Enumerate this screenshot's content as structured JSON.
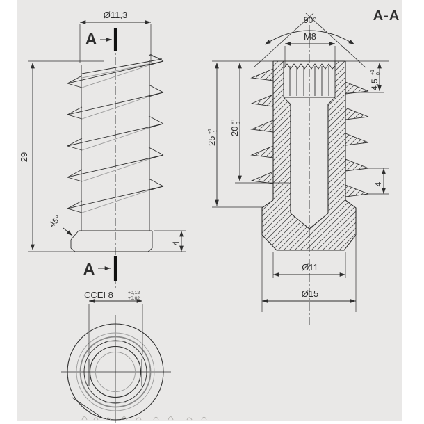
{
  "colors": {
    "panel_background": "#e9e8e7",
    "line": "#2e2e2e",
    "secondary_line": "#9a9a9a"
  },
  "section_title": "A-A",
  "side_view": {
    "cut_label_top": "A",
    "cut_label_bottom": "A",
    "top_diameter": "Ø11,3",
    "overall_length": "29",
    "chamfer_angle": "45°",
    "base_height": "4"
  },
  "section_view": {
    "countersink_angle": "90°",
    "thread_spec": "M8",
    "thread_zone_depth": "4,5",
    "thread_zone_tol_upper": "+1",
    "thread_zone_tol_lower": "0",
    "insert_length": "25",
    "insert_length_tol_upper": "+1",
    "insert_length_tol_lower": "-1",
    "bore_depth": "20",
    "bore_depth_tol_upper": "+1",
    "bore_depth_tol_lower": "0",
    "thread_pitch": "4",
    "body_diameter": "Ø11",
    "flange_diameter": "Ø15"
  },
  "bottom_view": {
    "drive_spec": "CCEI 8",
    "drive_tol_upper": "+0,12",
    "drive_tol_lower": "+0,02"
  }
}
